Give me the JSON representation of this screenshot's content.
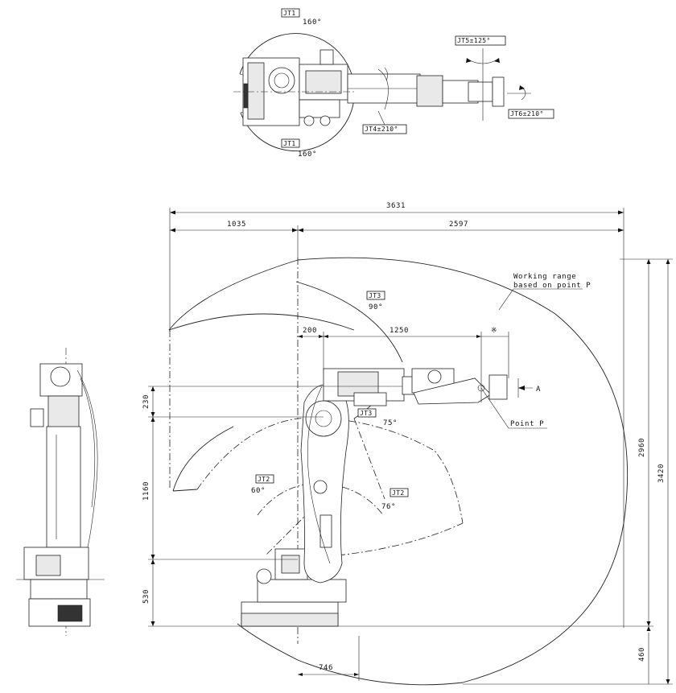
{
  "top_view": {
    "jt1_top_tag": "JT1",
    "jt1_top_angle": "160°",
    "jt1_bottom_tag": "JT1",
    "jt1_bottom_angle": "160°",
    "jt5_label": "JT5±125°",
    "jt6_label": "JT6±210°",
    "jt4_label": "JT4±210°"
  },
  "side_view": {
    "dim_total_width": "3631",
    "dim_back_reach": "1035",
    "dim_front_reach": "2597",
    "dim_200": "200",
    "dim_1250": "1250",
    "dim_asterisk": "※",
    "dim_230": "230",
    "dim_1160": "1160",
    "dim_530": "530",
    "dim_746": "746",
    "dim_2960": "2960",
    "dim_3420": "3420",
    "dim_460": "460",
    "working_range_line1": "Working range",
    "working_range_line2": "based on point P",
    "point_p_label": "Point P",
    "view_a_label": "A",
    "jt3_upper_tag": "JT3",
    "jt3_upper_angle": "90°",
    "jt3_lower_tag": "JT3",
    "jt3_lower_angle": "75°",
    "jt2_left_tag": "JT2",
    "jt2_left_angle": "60°",
    "jt2_right_tag": "JT2",
    "jt2_right_angle": "76°"
  }
}
